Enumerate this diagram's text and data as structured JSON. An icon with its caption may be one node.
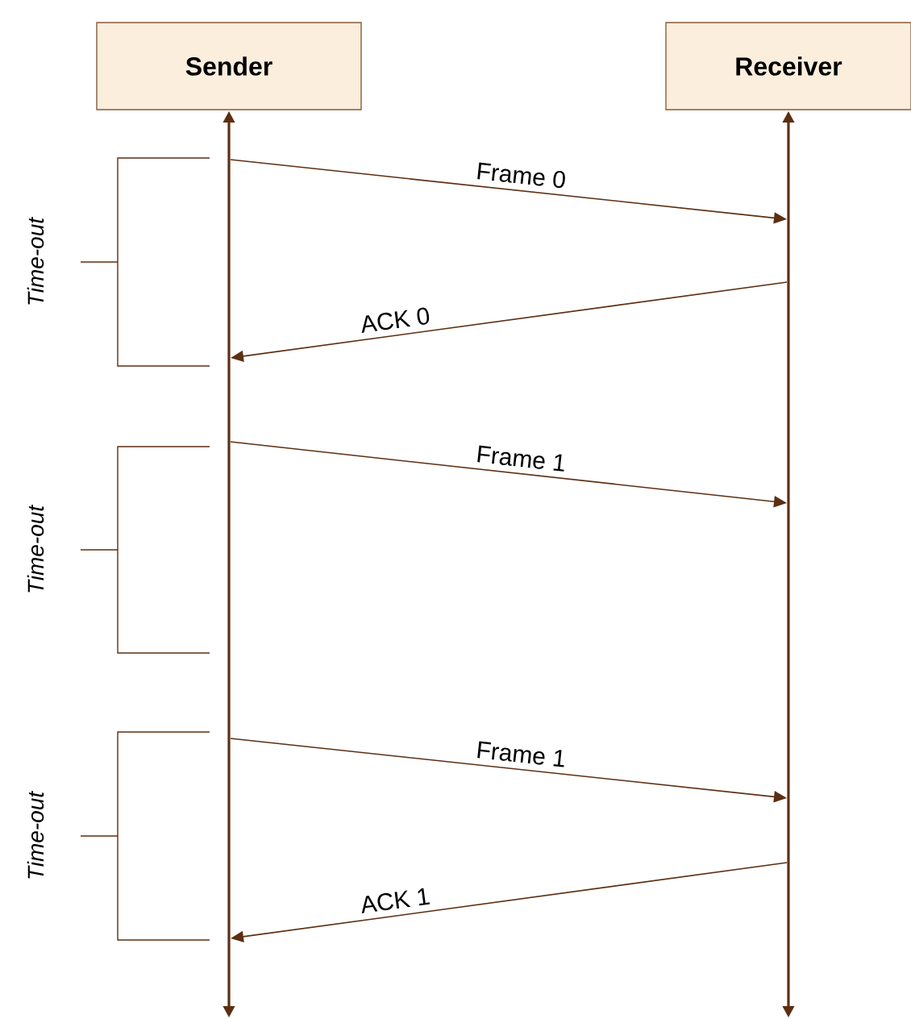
{
  "diagram": {
    "nodes": [
      {
        "text": [
          "Sender"
        ]
      },
      {
        "text": [
          "Receiver"
        ]
      },
      {
        "text": [],
        "shape": "line"
      },
      {
        "text": [],
        "shape": "line"
      }
    ],
    "edges": [
      {
        "from": 2,
        "to": 3,
        "arrow": "to",
        "label": "Frame 0"
      },
      {
        "from": 3,
        "to": 2,
        "arrow": "to",
        "label": "ACK 0"
      },
      {
        "from": 2,
        "to": 3,
        "arrow": "to",
        "label": "Frame 1"
      },
      {
        "from": 2,
        "to": 3,
        "arrow": "to",
        "label": "Frame 1"
      },
      {
        "from": 3,
        "to": 2,
        "arrow": "to",
        "label": "ACK 1"
      }
    ],
    "labels": [
      "Time-out",
      "Time-out",
      "Time-out"
    ]
  }
}
